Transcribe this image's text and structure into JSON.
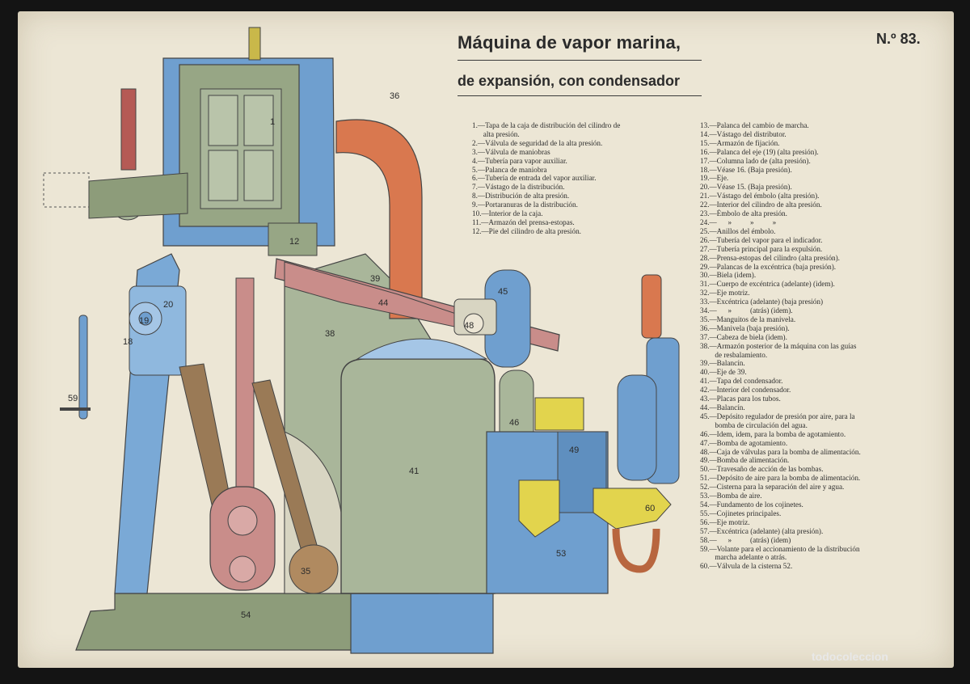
{
  "title_line1": "Máquina de vapor marina,",
  "title_line2": "de expansión, con condensador",
  "plate_number": "N.º 83.",
  "watermark": "todocoleccion",
  "legend_col1": [
    "1.—Tapa de la caja de distribución del cilindro de",
    "      alta presión.",
    "2.—Válvula de seguridad de la alta presión.",
    "3.—Válvula de maniobras",
    "4.—Tubería para vapor auxiliar.",
    "5.—Palanca de maniobra",
    "6.—Tubería de entrada del vapor auxiliar.",
    "7.—Vástago de la distribución.",
    "8.—Distribución de alta presión.",
    "9.—Portaranuras de la distribución.",
    "10.—Interior de la caja.",
    "11.—Armazón del prensa-estopas.",
    "12.—Pie del cilindro de alta presión."
  ],
  "legend_col2": [
    "13.—Palanca del cambio de marcha.",
    "14.—Vástago del distributor.",
    "15.—Armazón de fijación.",
    "16.—Palanca del eje (19) (alta presión).",
    "17.—Columna lado de (alta presión).",
    "18.—Véase 16. (Baja presión).",
    "19.—Eje.",
    "20.—Véase 15. (Baja presión).",
    "21.—Vástago del émbolo (alta presión).",
    "22.—Interior del cilindro de alta presión.",
    "23.—Émbolo de alta presión.",
    "24.—      »          »          »",
    "25.—Anillos del émbolo.",
    "26.—Tubería del vapor para el indicador.",
    "27.—Tubería principal para la expulsión.",
    "28.—Prensa-estopas del cilindro (alta presión).",
    "29.—Palancas de la excéntrica (baja presión).",
    "30.—Biela (idem).",
    "31.—Cuerpo de excéntrica (adelante) (idem).",
    "32.—Eje motriz.",
    "33.—Excéntrica (adelante) (baja presión)",
    "34.—      »          (atrás) (idem).",
    "35.—Manguitos de la manivela.",
    "36.—Manivela (baja presión).",
    "37.—Cabeza de biela (idem).",
    "38.—Armazón posterior de la máquina con las guías",
    "        de resbalamiento.",
    "39.—Balancín.",
    "40.—Eje de 39.",
    "41.—Tapa del condensador.",
    "42.—Interior del condensador.",
    "43.—Placas para los tubos.",
    "44.—Balancín.",
    "45.—Depósito regulador de presión por aire, para la",
    "        bomba de circulación del agua.",
    "46.—Idem, idem, para la bomba de agotamiento.",
    "47.—Bomba de agotamiento.",
    "48.—Caja de válvulas para la bomba de alimentación.",
    "49.—Bomba de alimentación.",
    "50.—Travesaño de acción de las bombas.",
    "51.—Depósito de aire para la bomba de alimentación.",
    "52.—Cisterna para la separación del aire y agua.",
    "53.—Bomba de aire.",
    "54.—Fundamento de los cojinetes.",
    "55.—Cojinetes principales.",
    "56.—Eje motriz.",
    "57.—Excéntrica (adelante) (alta presión).",
    "58.—      »          (atrás) (idem)",
    "59.—Volante para el accionamiento de la distribución",
    "        marcha adelante o atrás.",
    "60.—Válvula de la cisterna 52."
  ],
  "part_labels": [
    "1",
    "12",
    "18",
    "19",
    "20",
    "35",
    "36",
    "38",
    "39",
    "41",
    "44",
    "45",
    "46",
    "48",
    "49",
    "53",
    "54",
    "59",
    "60"
  ]
}
